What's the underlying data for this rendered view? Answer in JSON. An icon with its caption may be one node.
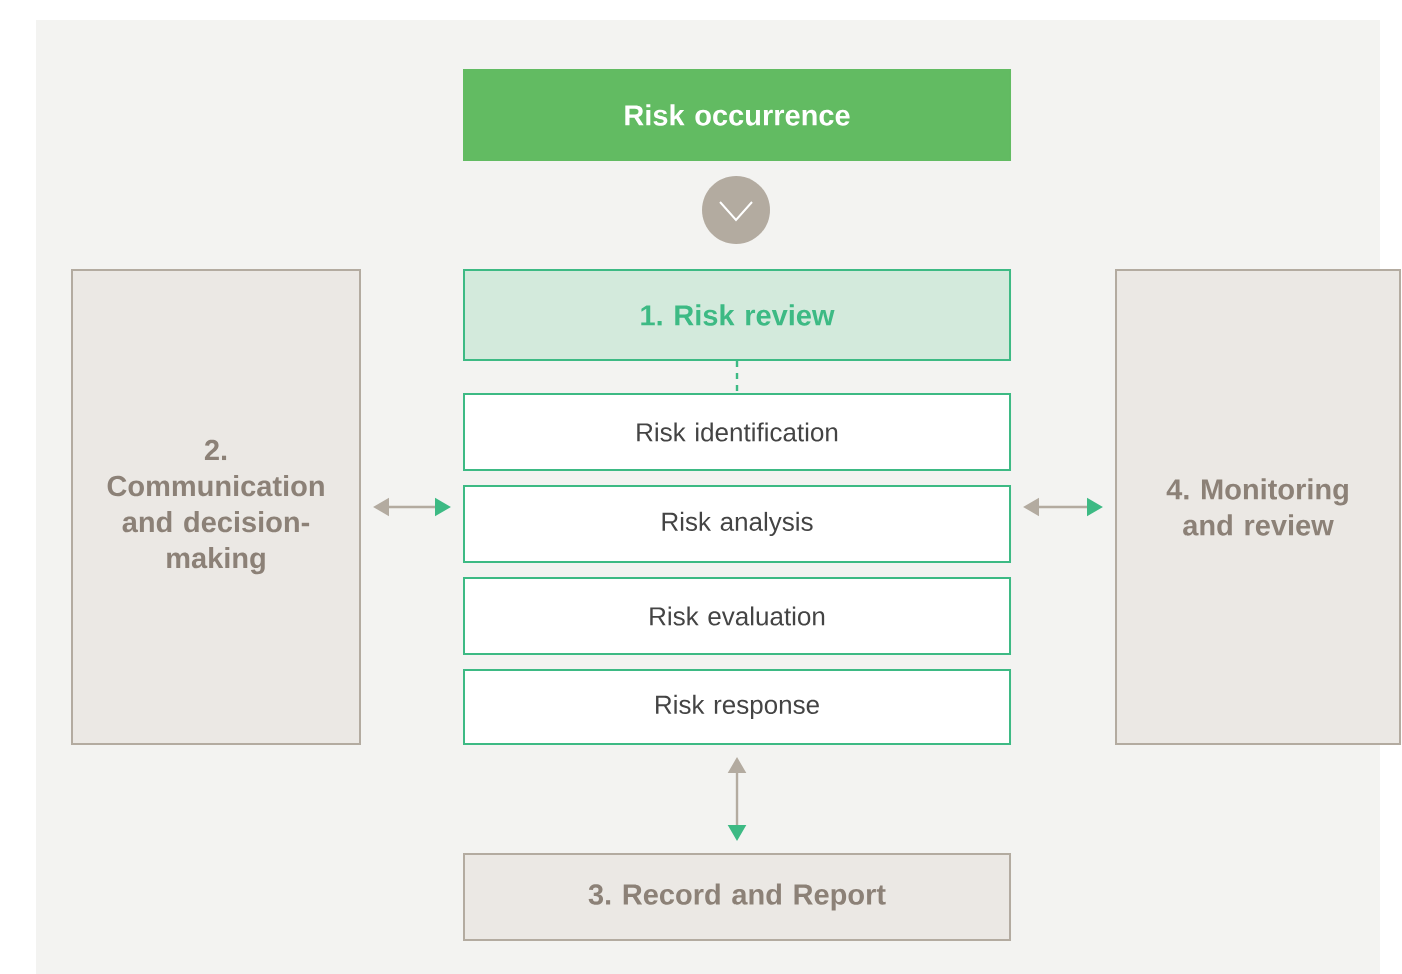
{
  "diagram": {
    "nodes": [
      {
        "text": [
          "Risk occurrence"
        ]
      },
      {
        "text": [],
        "shape": "circle"
      },
      {
        "text": [
          "1. Risk review"
        ]
      },
      {
        "text": [
          "Risk identification"
        ]
      },
      {
        "text": [
          "Risk analysis"
        ]
      },
      {
        "text": [
          "Risk evaluation"
        ]
      },
      {
        "text": [
          "Risk response"
        ]
      },
      {
        "text": [
          "2. Communication and decision-making"
        ]
      },
      {
        "text": [
          "4. Monitoring and review"
        ]
      },
      {
        "text": [
          "3. Record and Report"
        ]
      }
    ],
    "edges": [
      {
        "from": 2,
        "to": 3,
        "arrow": "none",
        "style": "dashed",
        "color": "#3dba84"
      },
      {
        "from": 7,
        "to": 4,
        "arrow": "both"
      },
      {
        "from": 4,
        "to": 8,
        "arrow": "both"
      },
      {
        "from": 6,
        "to": 9,
        "arrow": "both"
      }
    ]
  }
}
